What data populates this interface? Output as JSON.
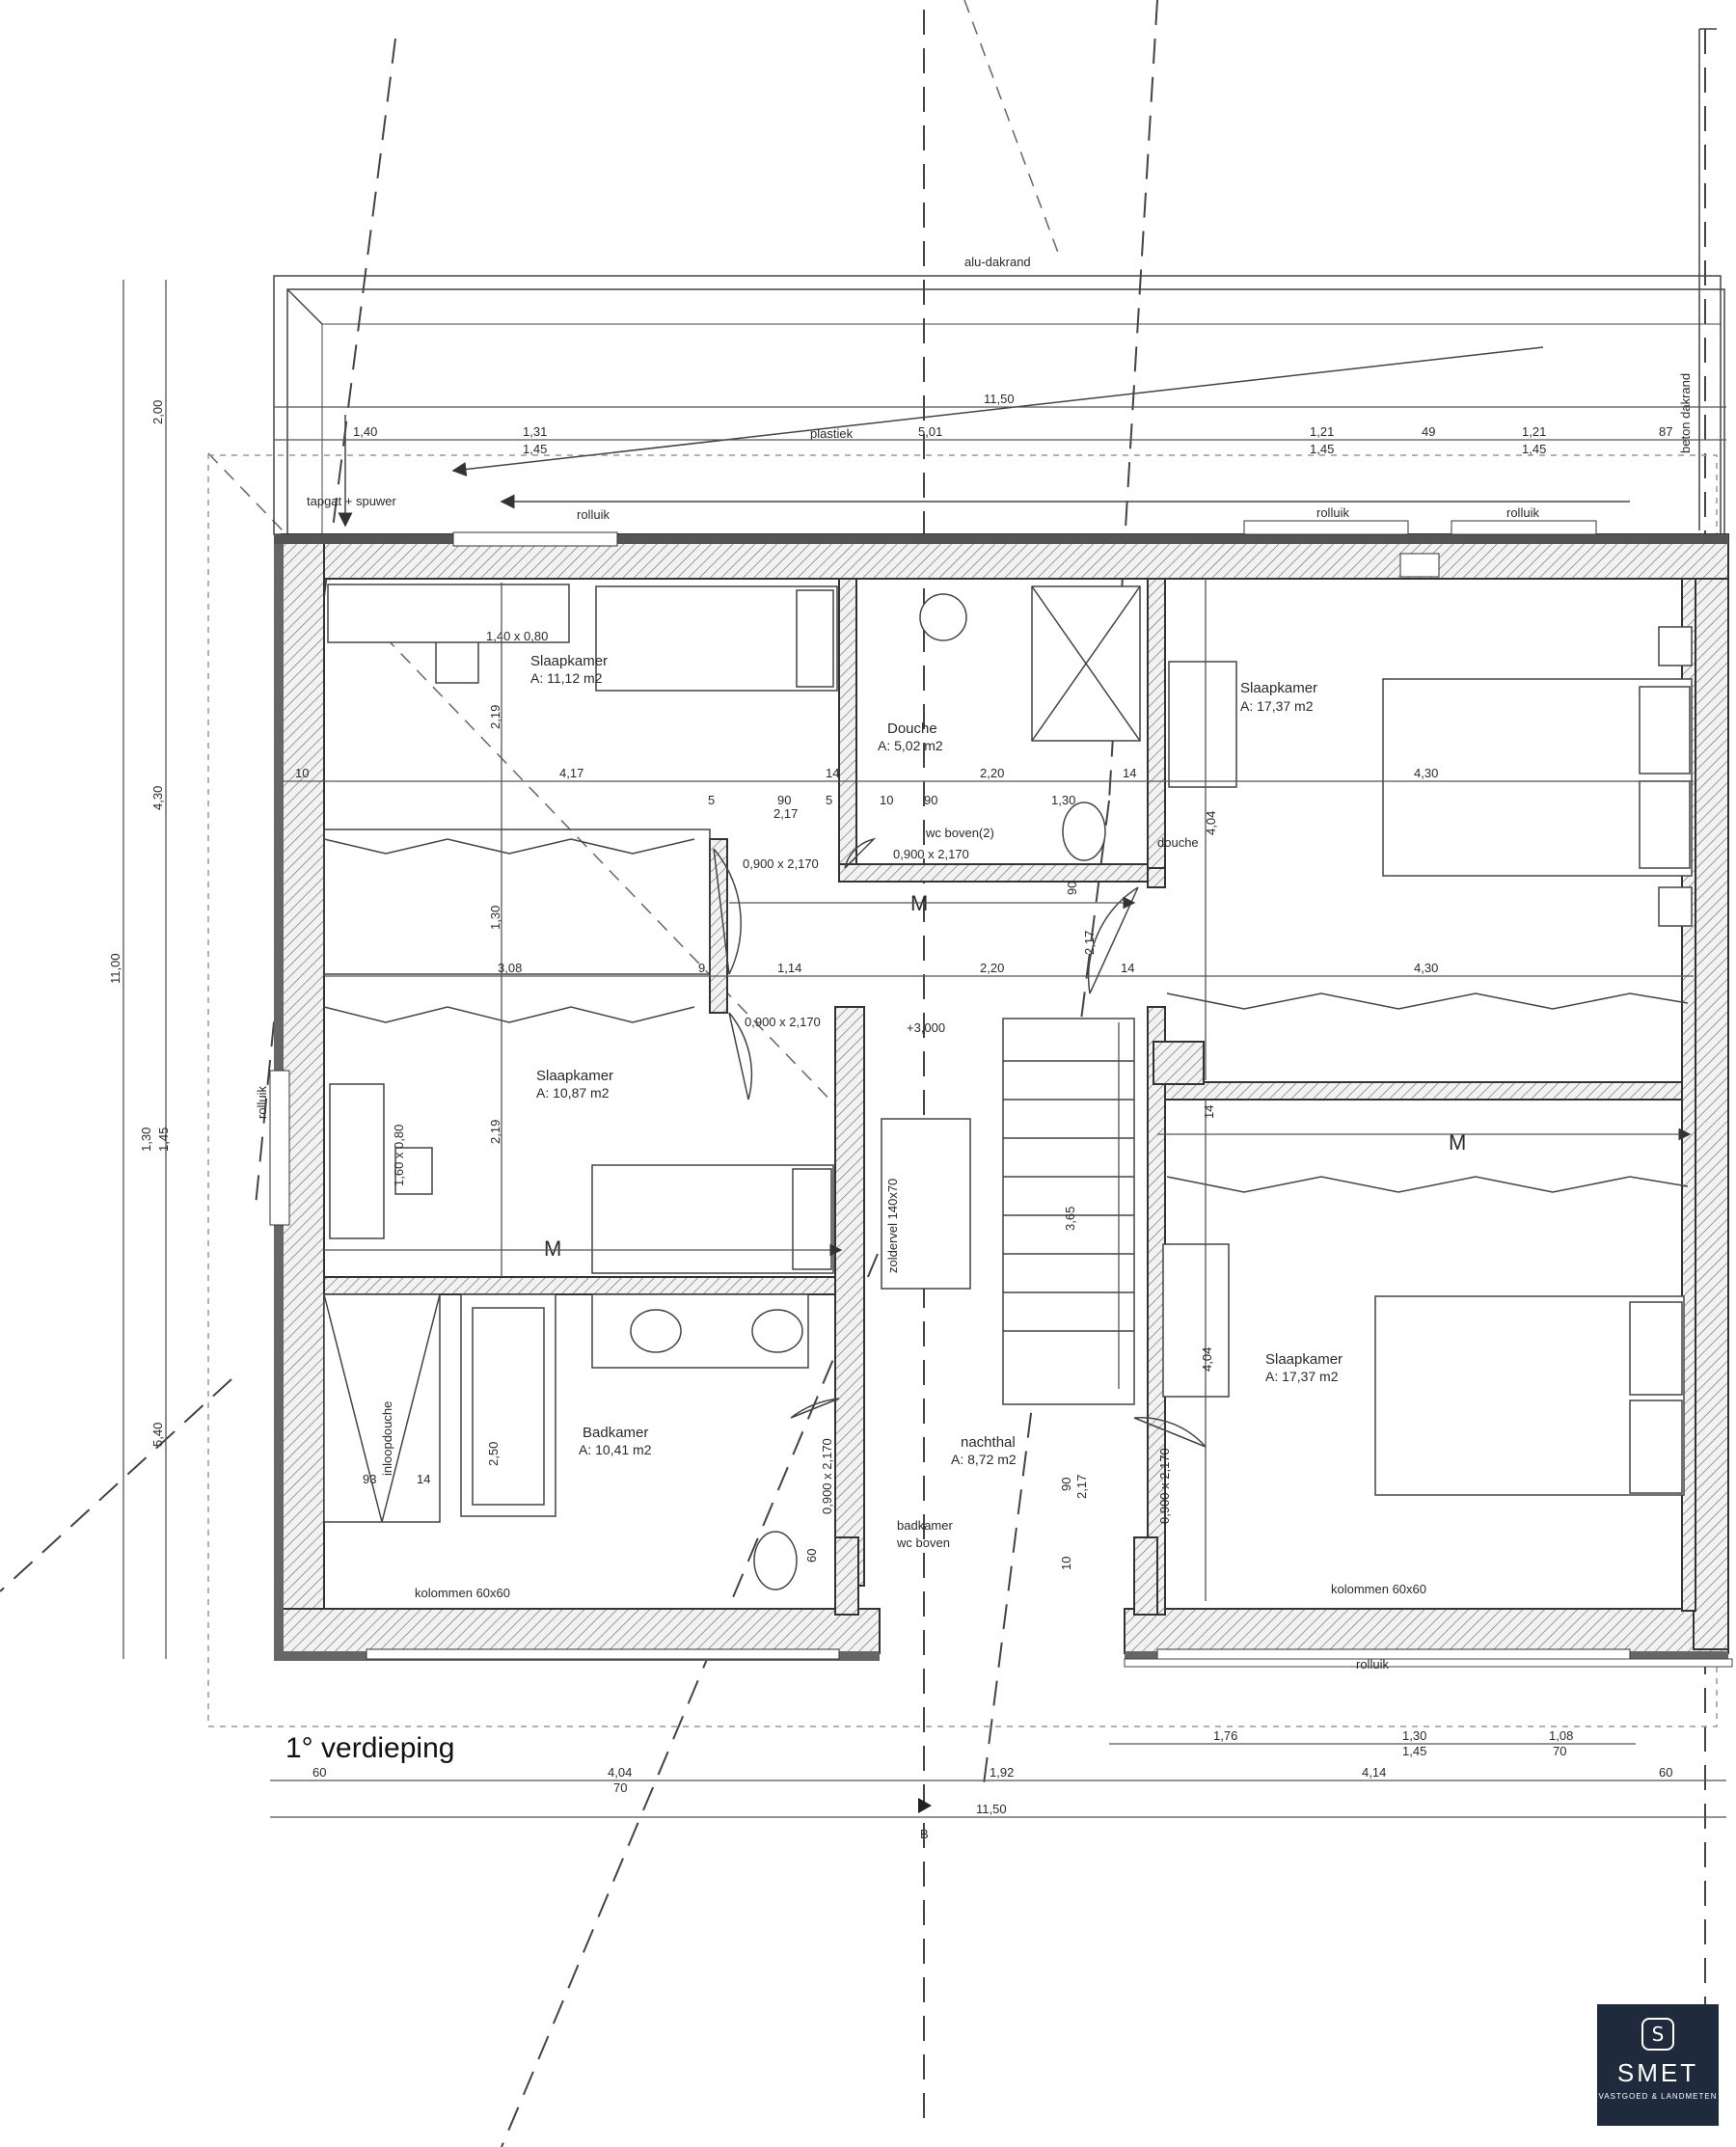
{
  "title": "1° verdieping",
  "labels": {
    "gutter": "alu-dakrand",
    "roof_edge": "plastiek",
    "insulation": "tapgat + spuwer",
    "concrete_roof": "beton dakrand",
    "rolluik": "rolluik",
    "columns": "kolommen 60x60",
    "attic_hatch": "zoldervel 140x70",
    "walk_in_shower": "inloopdouche",
    "badkamer_above": "badkamer",
    "wc_above": "wc boven",
    "wc_above_2": "wc boven(2)",
    "douche_label": "douche",
    "half": "M"
  },
  "rooms": [
    {
      "name": "Slaapkamer",
      "area": "A: 11,12 m2"
    },
    {
      "name": "Douche",
      "area": "A: 5,02 m2"
    },
    {
      "name": "Slaapkamer",
      "area": "A: 17,37 m2"
    },
    {
      "name": "Slaapkamer",
      "area": "A: 10,87 m2"
    },
    {
      "name": "Badkamer",
      "area": "A: 10,41 m2"
    },
    {
      "name": "nachthal",
      "area": "A: 8,72 m2"
    },
    {
      "name": "Slaapkamer",
      "area": "A: 17,37 m2"
    }
  ],
  "door_sizes": {
    "d1": "0,900 x 2,170",
    "d2": "0,900 x 2,170",
    "d3": "0,900 x 2,170",
    "d4": "0,900 x 2,170",
    "d5": "0,900 x 2,170",
    "window": "1,40 x 0,80",
    "window2": "1,60 x 0,80",
    "level": "+3,000"
  },
  "dims": {
    "top_total": "11,50",
    "top_1": "1,40",
    "top_2a": "1,31",
    "top_2b": "1,45",
    "top_3": "5,01",
    "top_4a": "1,21",
    "top_4b": "1,45",
    "top_5": "49",
    "top_6a": "1,21",
    "top_6b": "1,45",
    "top_7": "87",
    "left_total": "11,00",
    "left_1": "2,00",
    "left_2": "4,30",
    "left_3a": "1,30",
    "left_3b": "1,45",
    "left_4": "5,40",
    "row1_a": "4,17",
    "row1_b": "14",
    "row1_c": "2,20",
    "row1_d": "14",
    "row1_e": "4,30",
    "row1_f": "10",
    "row1_g": "5",
    "row1_h": "90",
    "row1_i": "5",
    "row1_j": "10",
    "row1_k": "90",
    "row1_l": "1,30",
    "row1_m": "2,17",
    "row2_a": "3,08",
    "row2_b": "9",
    "row2_c": "1,14",
    "row2_d": "2,20",
    "row2_e": "14",
    "row2_f": "4,30",
    "v_219a": "2,19",
    "v_130": "1,30",
    "v_219b": "2,19",
    "v_404a": "4,04",
    "v_404b": "4,04",
    "v_365": "3,65",
    "v_250": "2,50",
    "v_90a": "90",
    "v_217a": "2,17",
    "v_90b": "90",
    "v_217b": "2,17",
    "v_10": "10",
    "v_14": "14",
    "v_60": "60",
    "bath_a": "93",
    "bath_b": "14",
    "bot1_a": "1,76",
    "bot1_b1": "1,30",
    "bot1_b2": "1,45",
    "bot1_c1": "1,08",
    "bot1_c2": "70",
    "bot2_a": "60",
    "bot2_b1": "4,04",
    "bot2_b2": "70",
    "bot2_c": "1,92",
    "bot2_d": "4,14",
    "bot2_e": "60",
    "bot_total": "11,50",
    "section": "B"
  },
  "logo": {
    "mark": "S",
    "brand": "SMET",
    "tagline": "VASTGOED & LANDMETEN"
  },
  "colors": {
    "logo_bg": "#1f2a3d",
    "line": "#444444"
  }
}
